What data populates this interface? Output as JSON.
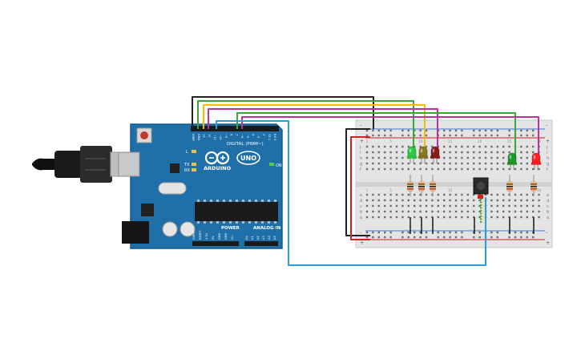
{
  "arduino": {
    "brand": "ARDUINO",
    "model": "UNO",
    "digital_label": "DIGITAL (PWM~)",
    "power_label": "POWER",
    "analog_label": "ANALOG IN",
    "on_label": "ON",
    "led_l": "L",
    "led_tx": "TX",
    "led_rx": "RX",
    "top_header_pins": [
      "AREF",
      "GND",
      "13",
      "12",
      "~11",
      "~10",
      "~9",
      "8",
      "7",
      "~6",
      "~5",
      "4",
      "~3",
      "2",
      "TX 1",
      "RX 0"
    ],
    "power_pins": [
      "IOREF",
      "RESET",
      "3.3V",
      "5V",
      "GND",
      "GND",
      "Vin"
    ],
    "analog_pins": [
      "A0",
      "A1",
      "A2",
      "A3",
      "A4",
      "A5"
    ]
  },
  "breadboard": {
    "row_letters": [
      "j",
      "i",
      "h",
      "g",
      "f",
      "e",
      "d",
      "c",
      "b",
      "a"
    ],
    "rail_plus": "+",
    "rail_minus": "-",
    "column_numbers": [
      "1",
      "5",
      "10",
      "15",
      "20",
      "25",
      "30"
    ]
  },
  "components": {
    "leds": [
      {
        "name": "led-green-1",
        "color": "#2ecc40"
      },
      {
        "name": "led-yellow",
        "color": "#8a7a20"
      },
      {
        "name": "led-red-1",
        "color": "#8b1a1a"
      },
      {
        "name": "led-green-2",
        "color": "#1f9a2a"
      },
      {
        "name": "led-red-2",
        "color": "#ff1e1e"
      }
    ],
    "resistor_count": 5,
    "pushbutton": "pushbutton"
  },
  "wire_colors": {
    "black": "#222222",
    "yellow": "#f0c000",
    "green": "#3aa635",
    "magenta": "#c0309a",
    "blue": "#2a9fd6",
    "red": "#d42020"
  }
}
